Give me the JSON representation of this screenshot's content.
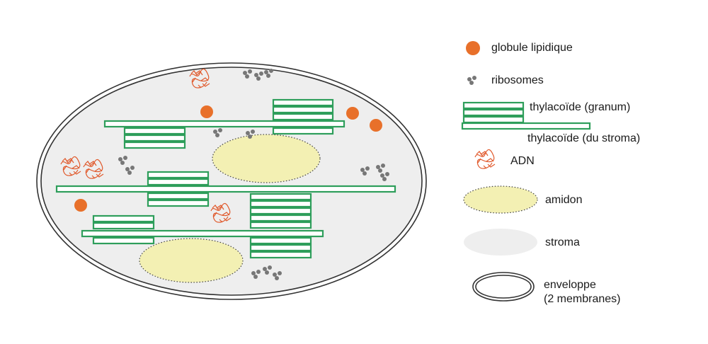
{
  "colors": {
    "thylakoid": "#2e9e5b",
    "lipid": "#e8702a",
    "ribosome": "#777777",
    "dna": "#e0582a",
    "starch_fill": "#f3f0b3",
    "stroma_fill": "#eeeeee",
    "envelope": "#333333"
  },
  "legend": {
    "lipid": "globule lipidique",
    "ribosomes": "ribosomes",
    "granum": "thylacoïde (granum)",
    "stroma_thylakoid": "thylacoïde (du stroma)",
    "dna": "ADN",
    "starch": "amidon",
    "stroma": "stroma",
    "envelope_line1": "enveloppe",
    "envelope_line2": "(2 membranes)"
  }
}
